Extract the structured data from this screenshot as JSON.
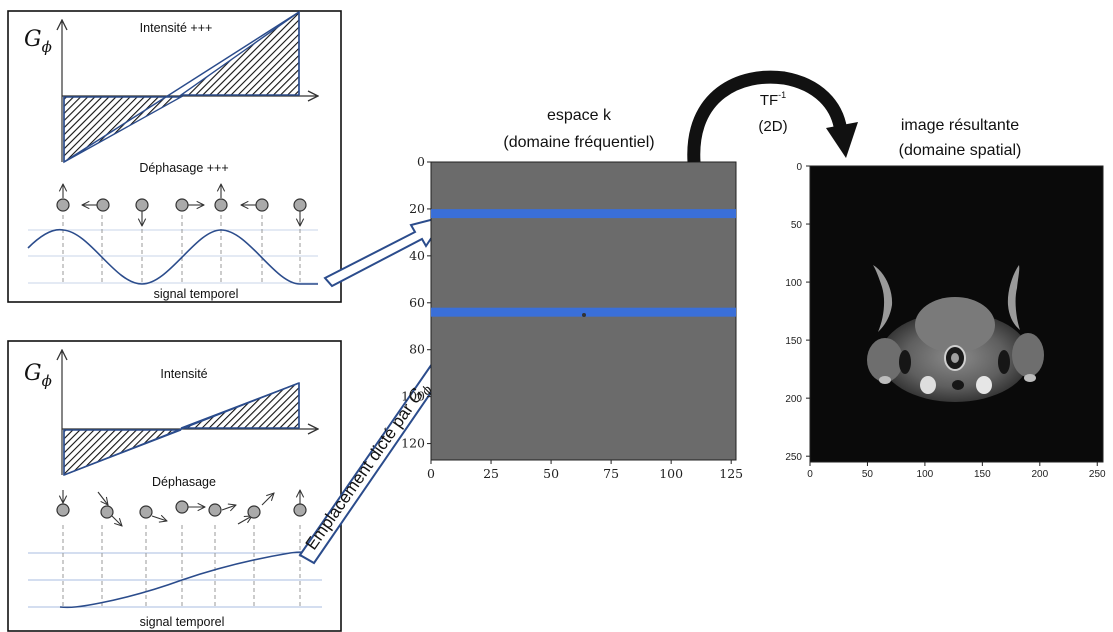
{
  "panel_top": {
    "axis_symbol": "G",
    "axis_subscript": "ϕ",
    "intensity_label": "Intensité +++",
    "dephasing_label": "Déphasage +++",
    "signal_label": "signal temporel"
  },
  "panel_bottom": {
    "axis_symbol": "G",
    "axis_subscript": "ϕ",
    "intensity_label": "Intensité",
    "dephasing_label": "Déphasage",
    "signal_label": "signal temporel"
  },
  "arrow_label": {
    "text": "Emplacement dicté par ",
    "symbol": "G",
    "subscript": "ϕ"
  },
  "kspace": {
    "title_line1": "espace k",
    "title_line2": "(domaine fréquentiel)",
    "x_ticks": [
      "0",
      "25",
      "50",
      "75",
      "100",
      "125"
    ],
    "y_ticks": [
      "0",
      "20",
      "40",
      "60",
      "80",
      "100",
      "120"
    ],
    "highlight_rows": [
      22,
      64
    ],
    "highlight_color": "#3a6fd8",
    "background_color": "#6b6b6b"
  },
  "transform": {
    "label_main": "TF",
    "label_sup": "-1",
    "label_dim": "(2D)"
  },
  "image": {
    "title_line1": "image résultante",
    "title_line2": "(domaine spatial)",
    "x_ticks": [
      "0",
      "50",
      "100",
      "150",
      "200",
      "250"
    ],
    "y_ticks": [
      "0",
      "50",
      "100",
      "150",
      "200",
      "250"
    ]
  }
}
